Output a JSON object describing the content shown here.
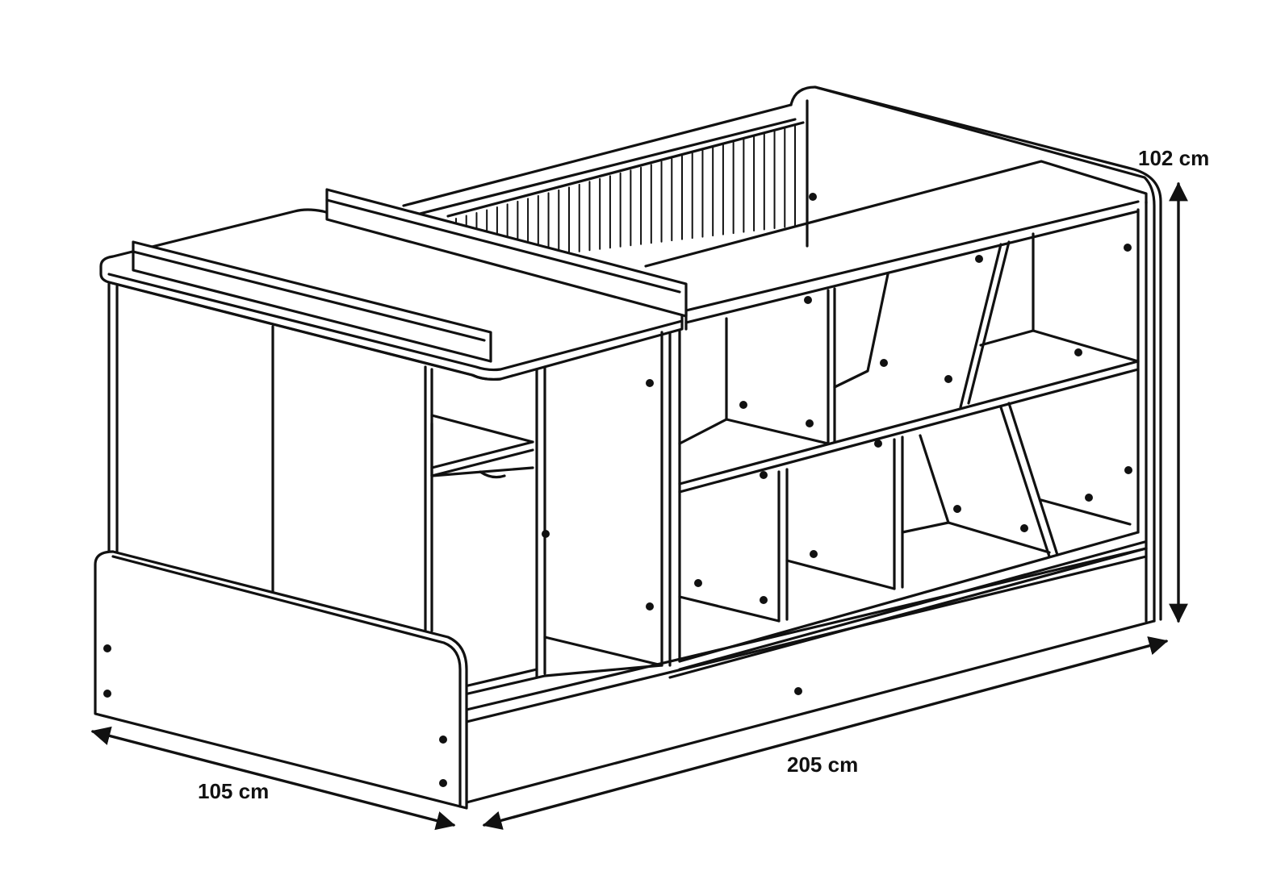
{
  "dimensions": {
    "height_label": "102 cm",
    "depth_label": "105 cm",
    "length_label": "205 cm"
  },
  "colors": {
    "line": "#111111",
    "background": "#ffffff"
  }
}
